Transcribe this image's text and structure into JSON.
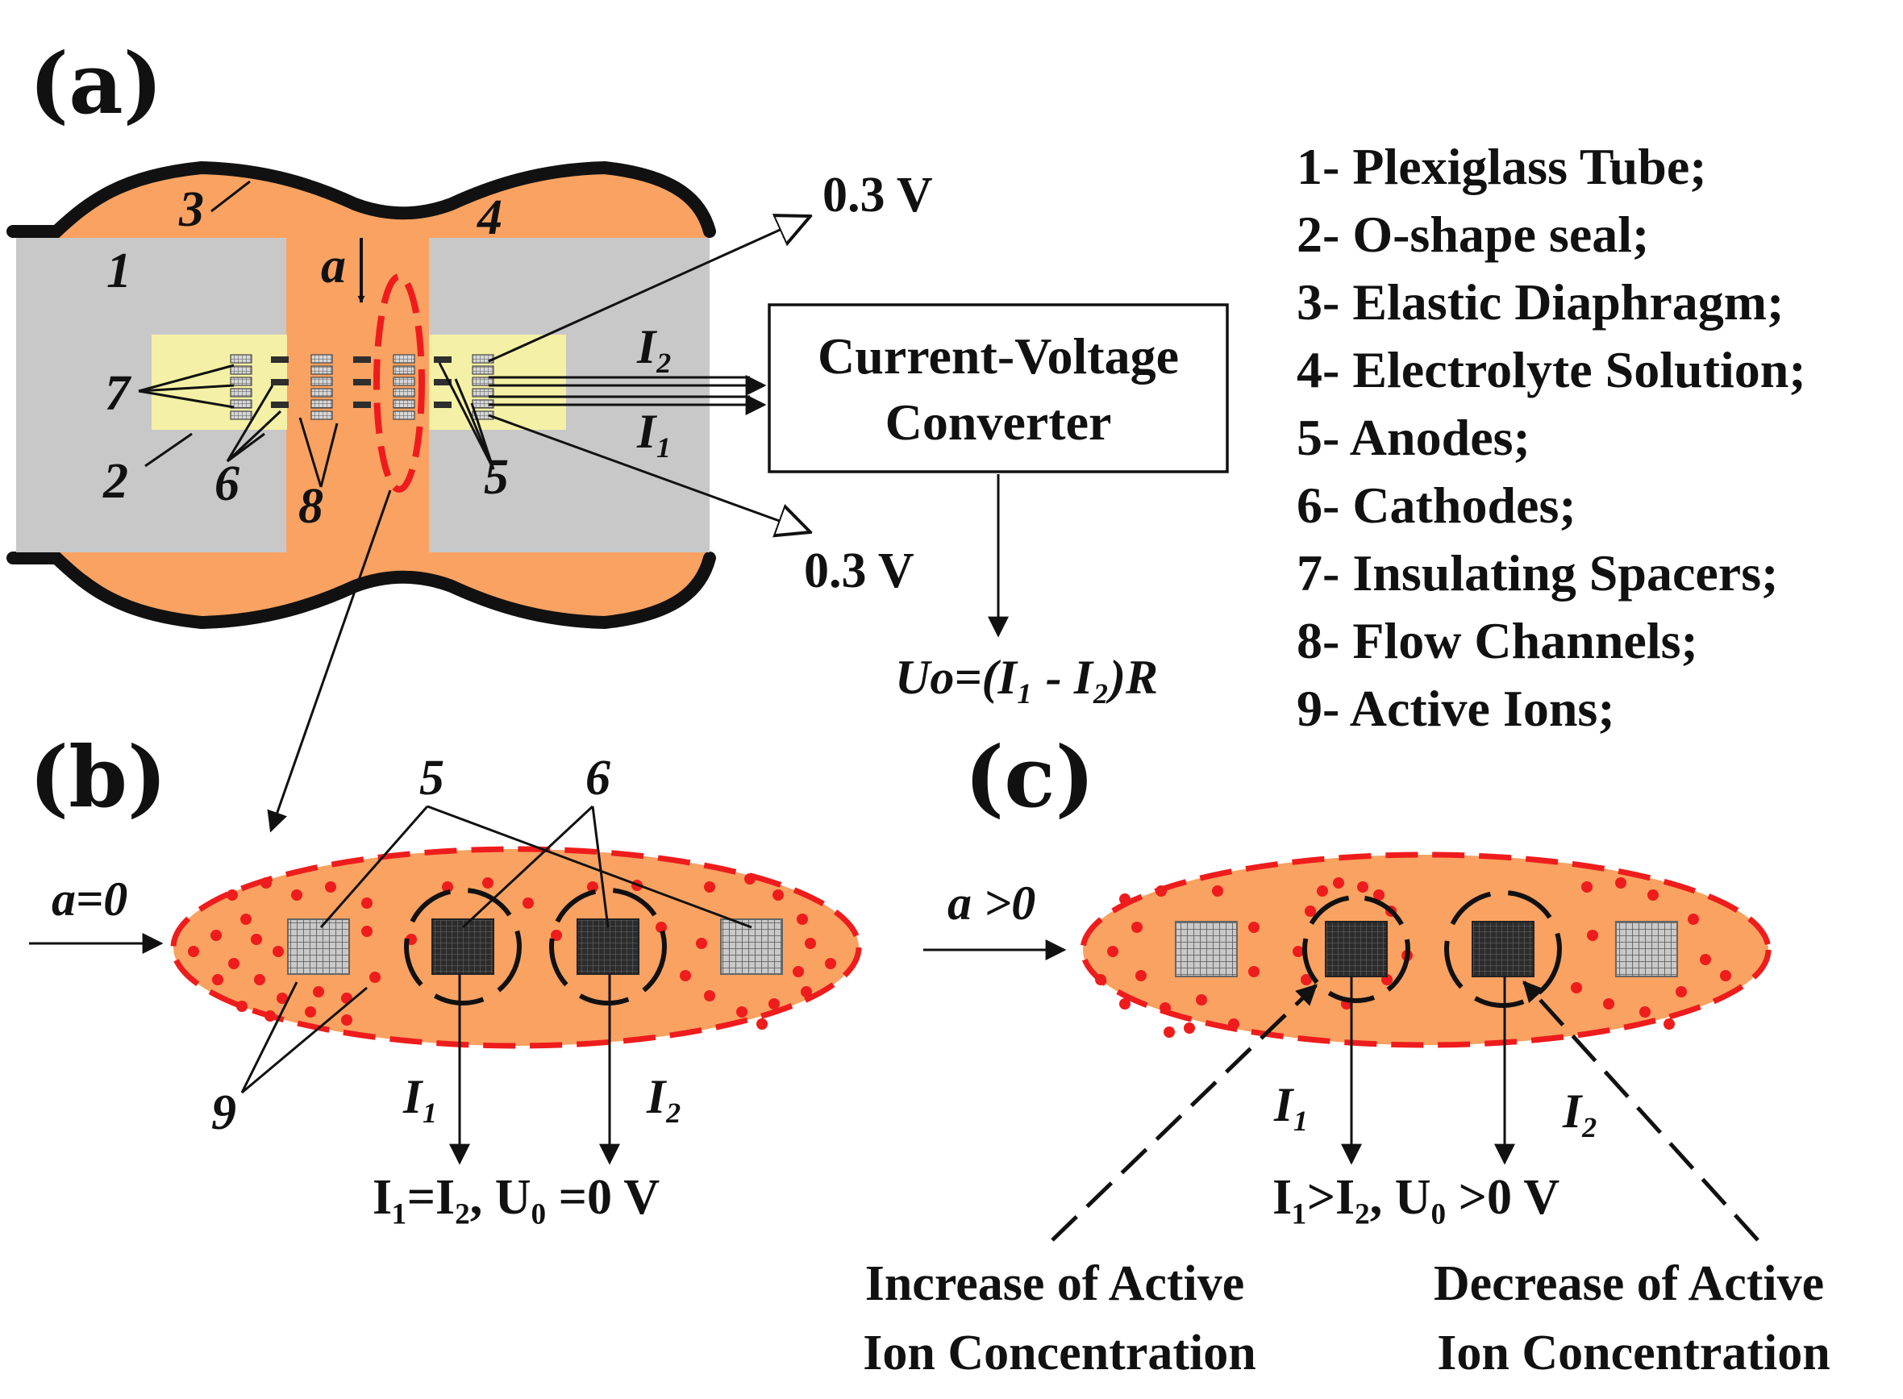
{
  "panels": {
    "a": "(a)",
    "b": "(b)",
    "c": "(c)"
  },
  "diagram_a": {
    "part_numbers": {
      "n1": "1",
      "n2": "2",
      "n3": "3",
      "n4": "4",
      "n5": "5",
      "n6": "6",
      "n7": "7",
      "n8": "8"
    },
    "accel_label": "a",
    "current_top": "I₂",
    "current_bottom": "I₁",
    "voltage_top": "0.3 V",
    "voltage_bottom": "0.3 V",
    "converter_line1": "Current-Voltage",
    "converter_line2": "Converter",
    "output_formula": "Uo=(I₁ - I₂)R"
  },
  "legend": [
    "1- Plexiglass Tube;",
    "2- O-shape seal;",
    "3- Elastic Diaphragm;",
    "4- Electrolyte Solution;",
    "5- Anodes;",
    "6- Cathodes;",
    "7- Insulating Spacers;",
    "8- Flow Channels;",
    "9- Active Ions;"
  ],
  "diagram_b": {
    "accel_label": "a=0",
    "label5": "5",
    "label6": "6",
    "label9": "9",
    "i1": "I₁",
    "i2": "I₂",
    "result": "I₁=I₂, U₀ =0 V"
  },
  "diagram_c": {
    "accel_label": "a >0",
    "i1": "I₁",
    "i2": "I₂",
    "result": "I₁>I₂, U₀ >0 V",
    "increase_line1": "Increase of Active",
    "increase_line2": "Ion Concentration",
    "decrease_line1": "Decrease of Active",
    "decrease_line2": "Ion Concentration"
  },
  "colors": {
    "electrolyte": "#f9a262",
    "tube": "#c8c8c8",
    "seal": "#f4f1a6",
    "ion": "#ee1c1c",
    "dashed_outline": "#ee1c1c",
    "cathode": "#3a3a3a",
    "anode": "#9a9a9a"
  }
}
